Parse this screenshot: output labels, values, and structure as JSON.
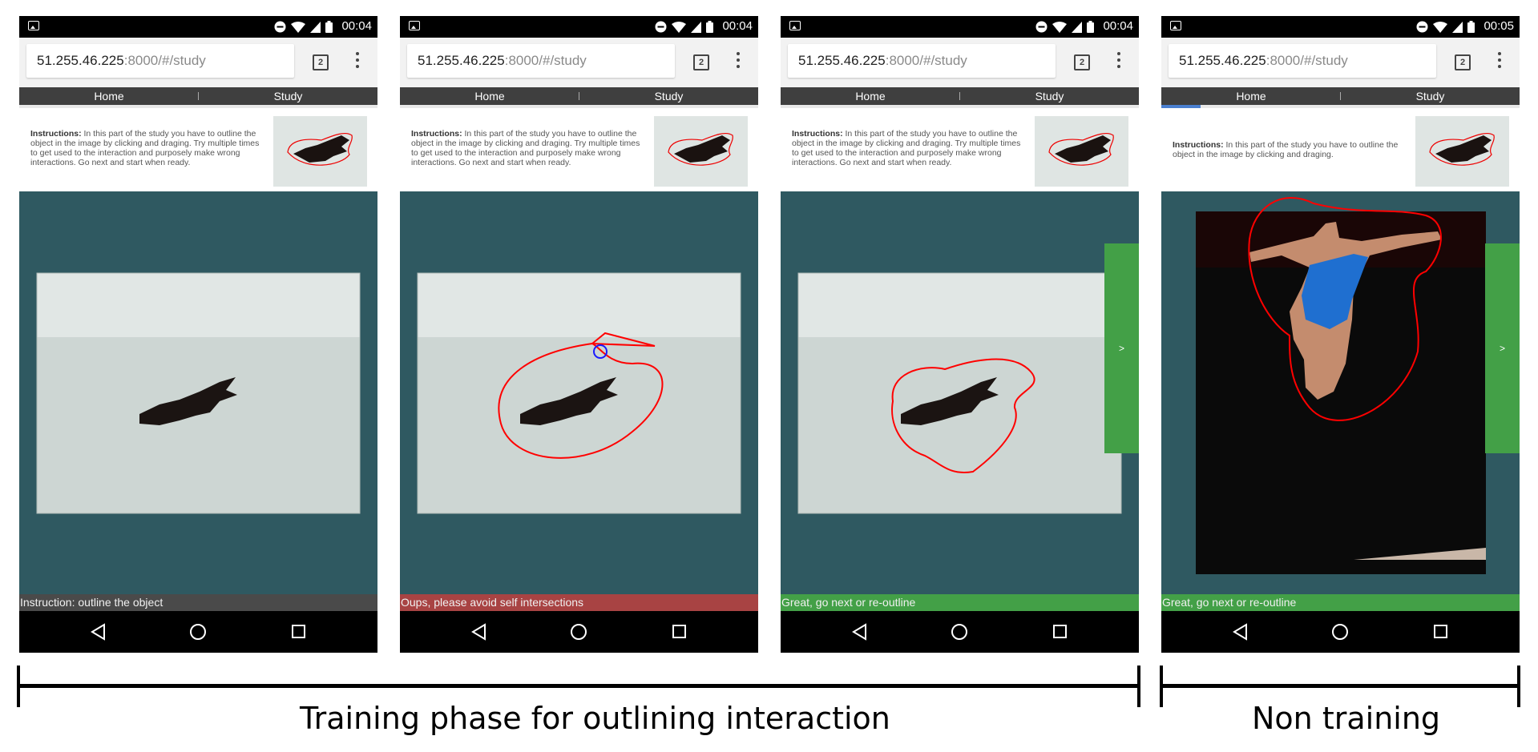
{
  "phones": [
    {
      "time": "00:04",
      "url_host": "51.255.46.225",
      "url_path": ":8000/#/study",
      "tab_count": "2",
      "nav_home": "Home",
      "nav_study": "Study",
      "instructions_label": "Instructions:",
      "instructions_text": " In this part of the study you have to outline the object in the image by clicking and draging. Try multiple times to get used to the interaction and purposely make wrong interactions. Go next and start when ready.",
      "message": "Instruction: outline the object",
      "message_color": "#4a4a4a"
    },
    {
      "time": "00:04",
      "url_host": "51.255.46.225",
      "url_path": ":8000/#/study",
      "tab_count": "2",
      "nav_home": "Home",
      "nav_study": "Study",
      "instructions_label": "Instructions:",
      "instructions_text": " In this part of the study you have to outline the object in the image by clicking and draging. Try multiple times to get used to the interaction and purposely make wrong interactions. Go next and start when ready.",
      "message": "Oups, please avoid self intersections",
      "message_color": "#a84343"
    },
    {
      "time": "00:04",
      "url_host": "51.255.46.225",
      "url_path": ":8000/#/study",
      "tab_count": "2",
      "nav_home": "Home",
      "nav_study": "Study",
      "instructions_label": "Instructions:",
      "instructions_text": " In this part of the study you have to outline the object in the image by clicking and draging. Try multiple times to get used to the interaction and purposely make wrong interactions. Go next and start when ready.",
      "message": "Great, go next or re-outline",
      "message_color": "#43a047",
      "next_label": ">"
    },
    {
      "time": "00:05",
      "url_host": "51.255.46.225",
      "url_path": ":8000/#/study",
      "tab_count": "2",
      "nav_home": "Home",
      "nav_study": "Study",
      "instructions_label": "Instructions:",
      "instructions_text": " In this part of the study you have to outline the object in the image by clicking and draging.",
      "message": "Great, go next or re-outline",
      "message_color": "#43a047",
      "next_label": ">",
      "progress_fraction": 0.11
    }
  ],
  "captions": {
    "training": "Training phase for outlining interaction",
    "non_training": "Non training"
  },
  "colors": {
    "stage": "#2f5961",
    "outline": "#ff0000",
    "intersection_marker": "#1a1aff",
    "next_button": "#43a047"
  }
}
